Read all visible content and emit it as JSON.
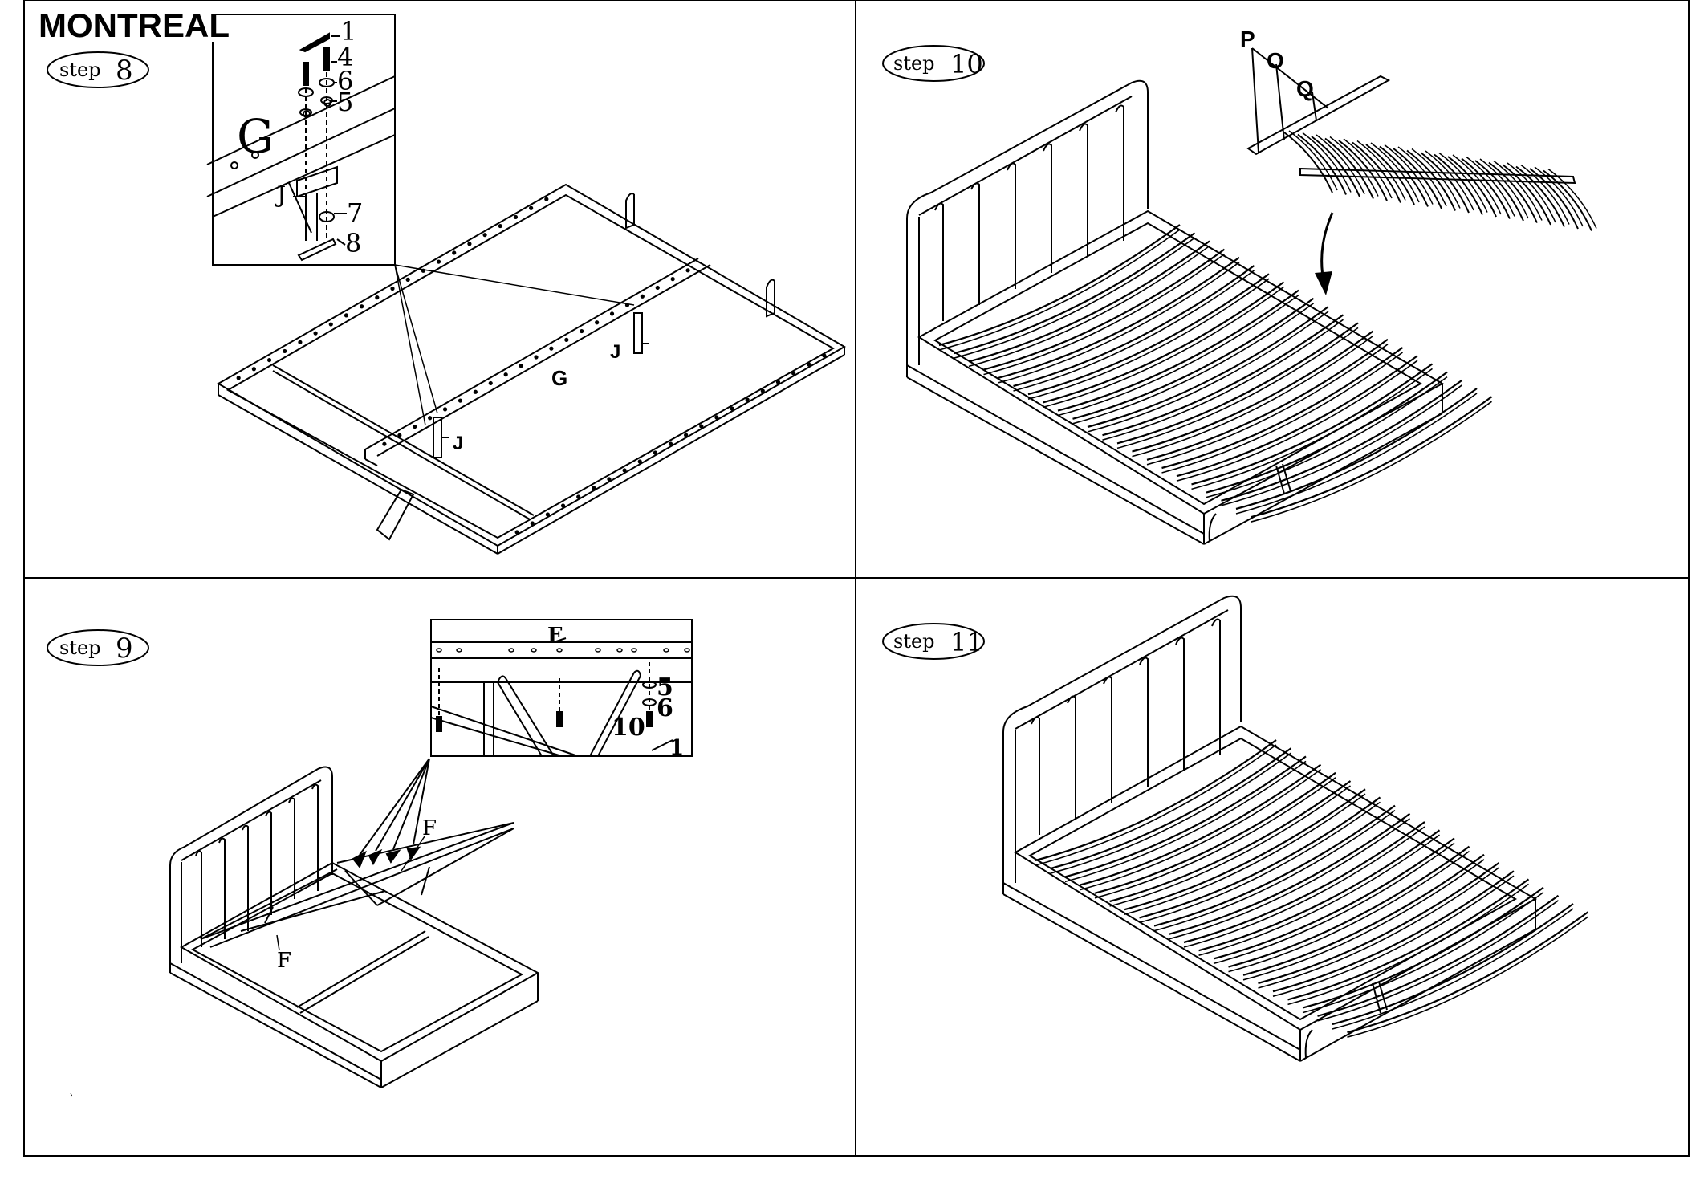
{
  "title": "MONTREAL",
  "steps": {
    "s8": {
      "word": "step",
      "num": "8"
    },
    "s9": {
      "word": "step",
      "num": "9"
    },
    "s10": {
      "word": "step",
      "num": "10"
    },
    "s11": {
      "word": "step",
      "num": "11"
    }
  },
  "parts": {
    "p1": "1",
    "p4": "4",
    "p5": "5",
    "p6": "6",
    "p7": "7",
    "p8": "8",
    "p10": "10",
    "G": "G",
    "J": "J",
    "F": "F",
    "P": "P",
    "O": "O",
    "Q": "Q"
  }
}
